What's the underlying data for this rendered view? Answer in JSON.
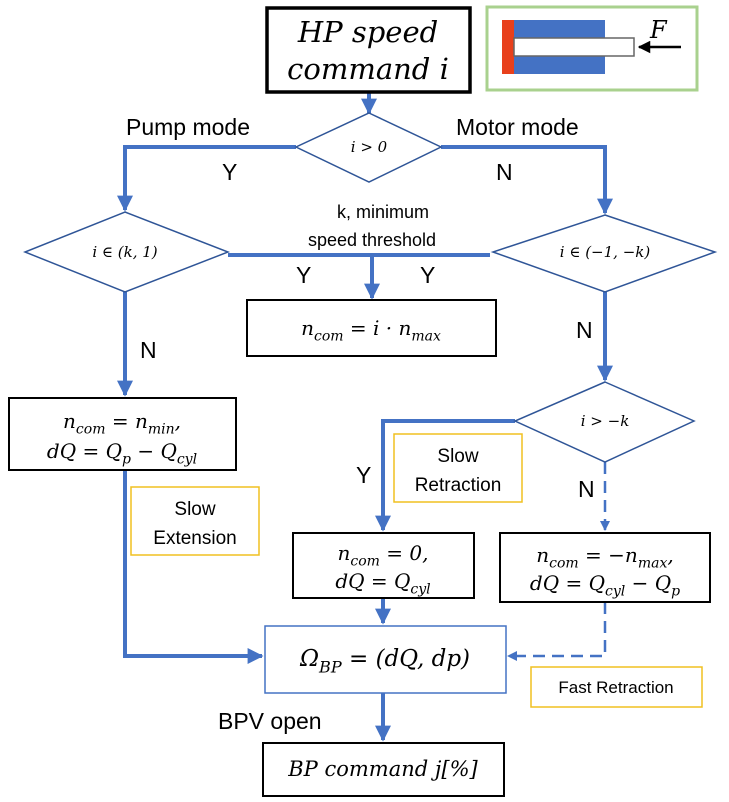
{
  "colors": {
    "flow": "#4472c4",
    "diamond_stroke": "#2f5597",
    "note_border": "#f0c020",
    "legend_border": "#a9d18e",
    "piston_body": "#4472c4",
    "piston_end": "#e8401c"
  },
  "start": {
    "line1": "HP speed",
    "line2": "command i"
  },
  "labels": {
    "pump_mode": "Pump mode",
    "motor_mode": "Motor mode",
    "threshold_line1": "k, minimum",
    "threshold_line2": "speed threshold",
    "bpv_open": "BPV open",
    "y_left": "Y",
    "n_right": "N",
    "y_mid_left": "Y",
    "y_mid_right": "Y",
    "n_left_mid": "N",
    "n_right_mid": "N",
    "y_third": "Y",
    "n_third": "N"
  },
  "decisions": {
    "d1": "i > 0",
    "d2": "i ∈ (k, 1)",
    "d3": "i ∈ (−1, −k)",
    "d4": "i > −k"
  },
  "process": {
    "ncom_linear": "n_com = i · n_max",
    "ncom_min_line1": "n_com = n_min,",
    "ncom_min_line2": "dQ = Q_p − Q_cyl",
    "ncom_zero_line1": "n_com = 0,",
    "ncom_zero_line2": "dQ = Q_cyl",
    "ncom_neg_line1": "n_com = −n_max,",
    "ncom_neg_line2": "dQ = Q_cyl − Q_p",
    "omega": "Ω_BP = (dQ, dp)",
    "bp_command": "BP command j[%]"
  },
  "notes": {
    "slow_extension_line1": "Slow",
    "slow_extension_line2": "Extension",
    "slow_retraction_line1": "Slow",
    "slow_retraction_line2": "Retraction",
    "fast_retraction": "Fast Retraction"
  },
  "legend": {
    "force_label": "F"
  }
}
